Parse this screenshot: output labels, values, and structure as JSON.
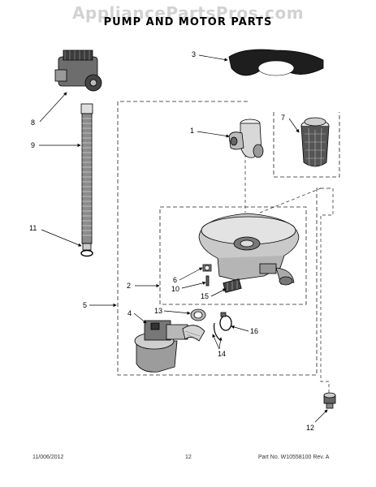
{
  "header": {
    "watermark": "AppliancePartsPros.com",
    "title": "PUMP AND MOTOR PARTS"
  },
  "callouts": {
    "c1": "1",
    "c2": "2",
    "c3": "3",
    "c4": "4",
    "c5": "5",
    "c6": "6",
    "c7": "7",
    "c8": "8",
    "c9": "9",
    "c10": "10",
    "c11": "11",
    "c12": "12",
    "c13": "13",
    "c14": "14",
    "c15": "15",
    "c16": "16"
  },
  "footer": {
    "date": "11/006/2012",
    "page": "12",
    "part_number": "Part No.  W10558100  Rev.  A"
  }
}
